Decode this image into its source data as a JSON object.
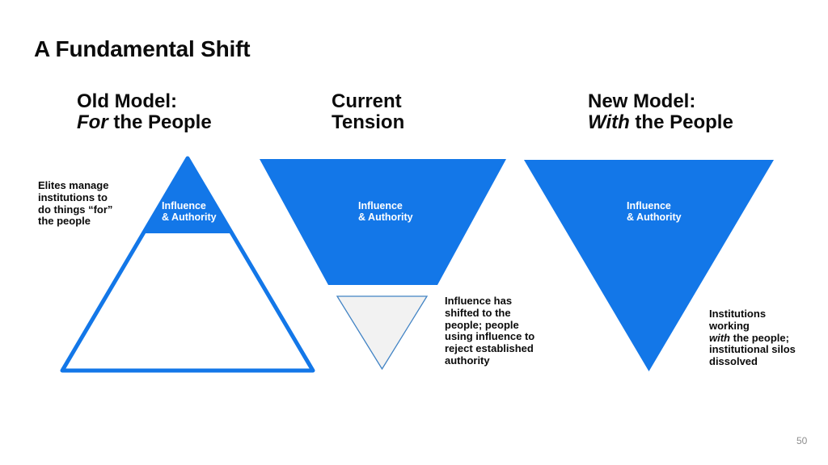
{
  "slide": {
    "title": "A Fundamental Shift",
    "page_number": "50",
    "colors": {
      "accent_blue": "#1377E8",
      "small_triangle_fill": "#F2F2F2",
      "small_triangle_border": "#4183C4",
      "text_black": "#0B0B0B",
      "label_white": "#FFFFFF",
      "page_number_gray": "#8D8D8D",
      "background": "#FFFFFF"
    }
  },
  "columns": [
    {
      "title_line1": "Old Model:",
      "title_italic": "For",
      "title_rest": " the People",
      "shape_label": "Influence\n& Authority",
      "shape": "upright pyramid, blue apex filled, lower body white with thick blue outline"
    },
    {
      "title_line1": "Current",
      "title_italic": "",
      "title_rest": "Tension",
      "shape_label": "Influence\n& Authority",
      "shape": "inverted blue funnel trapezoid with small detached gray outlined inverted triangle below"
    },
    {
      "title_line1": "New Model:",
      "title_italic": "With",
      "title_rest": " the People",
      "shape_label": "Influence\n& Authority",
      "shape": "full inverted blue triangle"
    }
  ],
  "annotations": {
    "old": "Elites manage\ninstitutions to\ndo things “for”\nthe people",
    "current": "Influence has\nshifted to the\npeople; people\nusing influence to\nreject established\nauthority",
    "new_pre": "Institutions\nworking\n",
    "new_italic": "with",
    "new_post": " the people;\ninstitutional silos\ndissolved"
  }
}
